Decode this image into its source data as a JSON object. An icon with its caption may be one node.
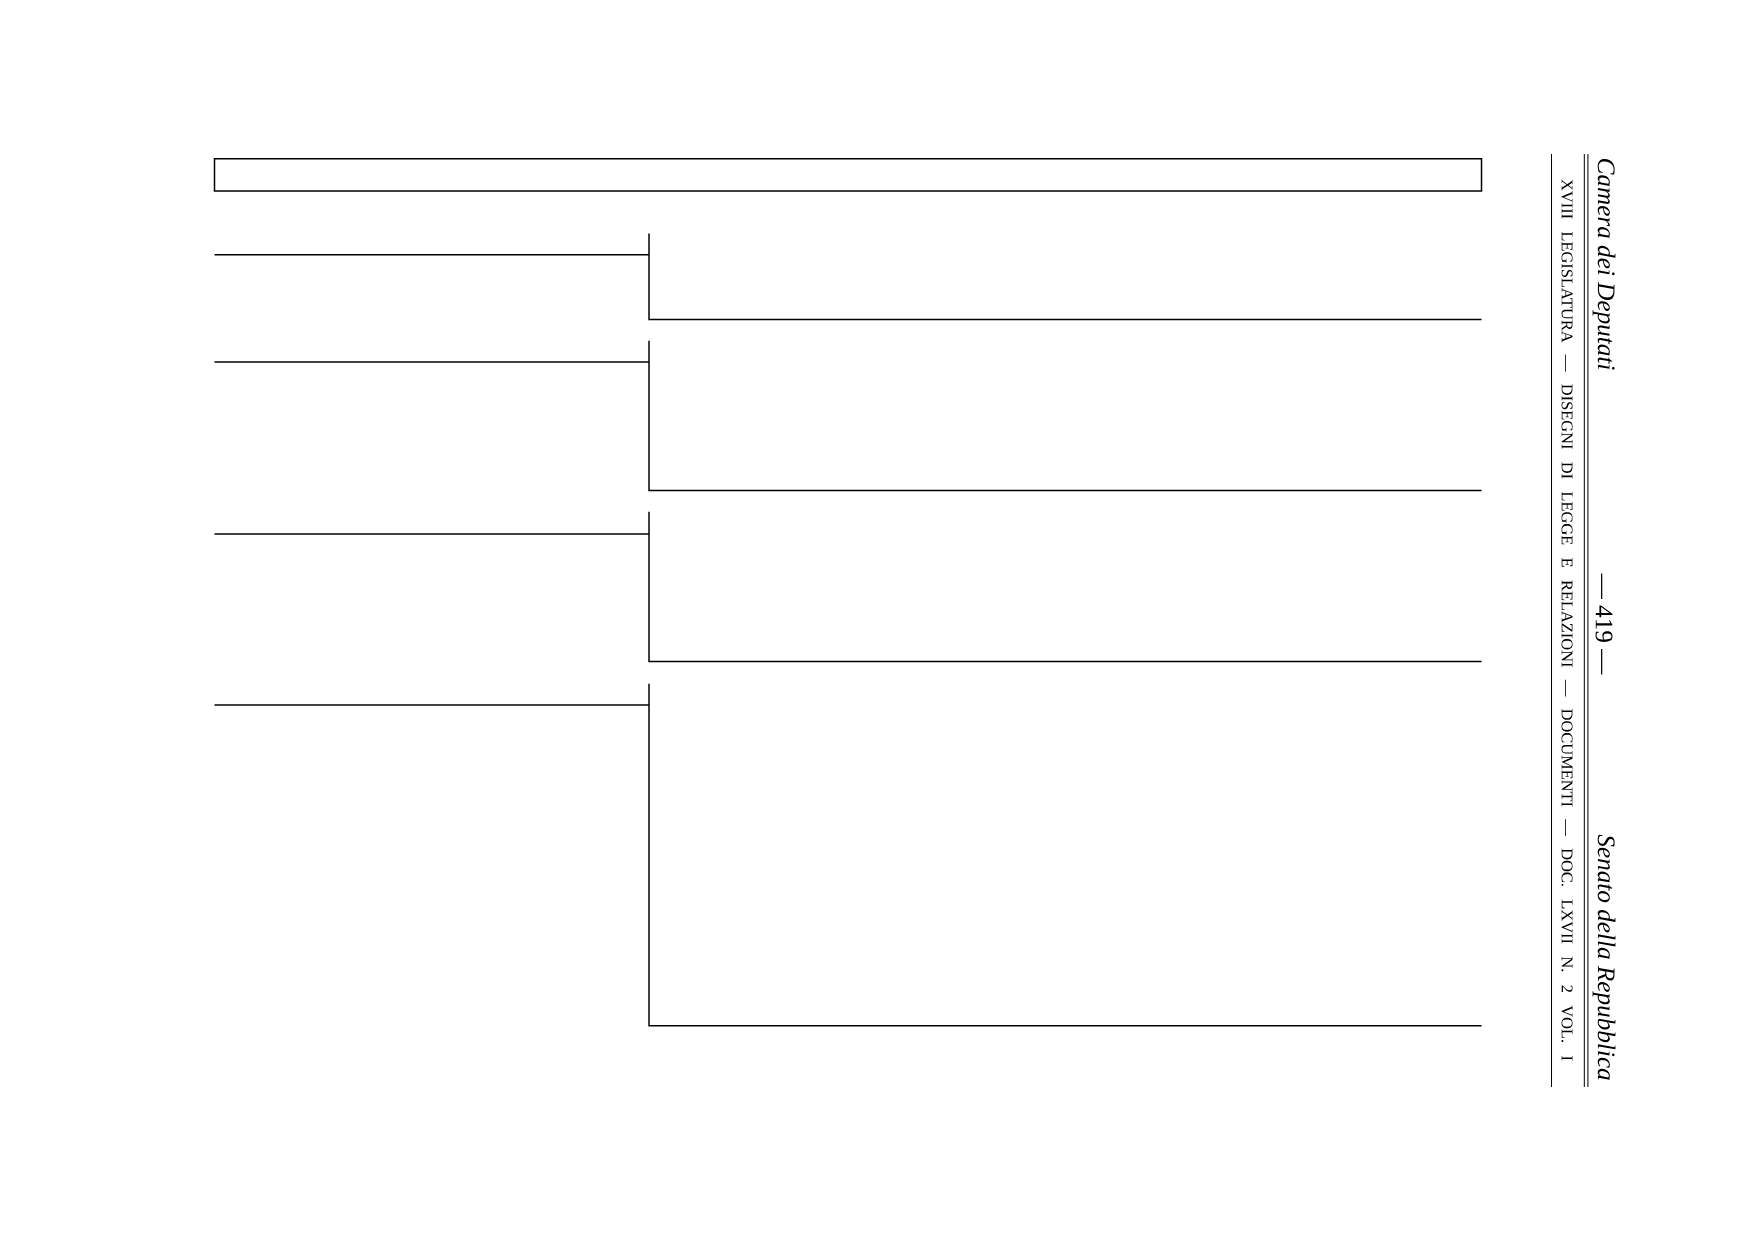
{
  "diagram": {
    "nodes": [
      {
        "text": [],
        "shape": "box"
      }
    ],
    "labels": [
      "Camera dei Deputati",
      "— 419 —",
      "Senato della Repubblica",
      "XVIII LEGISLATURA — DISEGNI DI LEGGE E RELAZIONI — DOCUMENTI — DOC. LXVII N. 2 VOL. I"
    ]
  }
}
